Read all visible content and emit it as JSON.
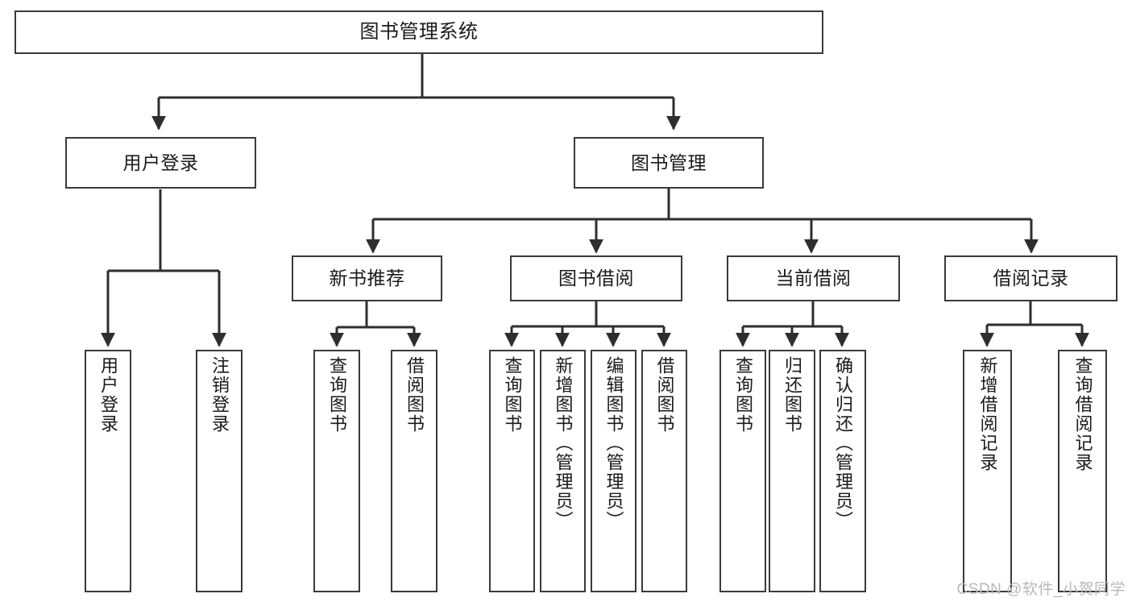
{
  "diagram": {
    "title": "图书管理系统",
    "watermark": "CSDN @软件_小贺同学",
    "stroke_color": "#3a3a3a",
    "text_color": "#1a1a1a",
    "background": "#ffffff",
    "root": {
      "label": "图书管理系统"
    },
    "level2": [
      {
        "label": "用户登录"
      },
      {
        "label": "图书管理"
      }
    ],
    "level3": [
      {
        "label": "新书推荐"
      },
      {
        "label": "图书借阅"
      },
      {
        "label": "当前借阅"
      },
      {
        "label": "借阅记录"
      }
    ],
    "leaves": {
      "user_login": [
        {
          "label": "用户登录"
        },
        {
          "label": "注销登录"
        }
      ],
      "new_book": [
        {
          "label": "查询图书"
        },
        {
          "label": "借阅图书"
        }
      ],
      "book_borrow": [
        {
          "label": "查询图书"
        },
        {
          "label": "新增图书（管理员）"
        },
        {
          "label": "编辑图书（管理员）"
        },
        {
          "label": "借阅图书"
        }
      ],
      "current_borrow": [
        {
          "label": "查询图书"
        },
        {
          "label": "归还图书"
        },
        {
          "label": "确认归还（管理员）"
        }
      ],
      "borrow_record": [
        {
          "label": "新增借阅记录"
        },
        {
          "label": "查询借阅记录"
        }
      ]
    }
  }
}
